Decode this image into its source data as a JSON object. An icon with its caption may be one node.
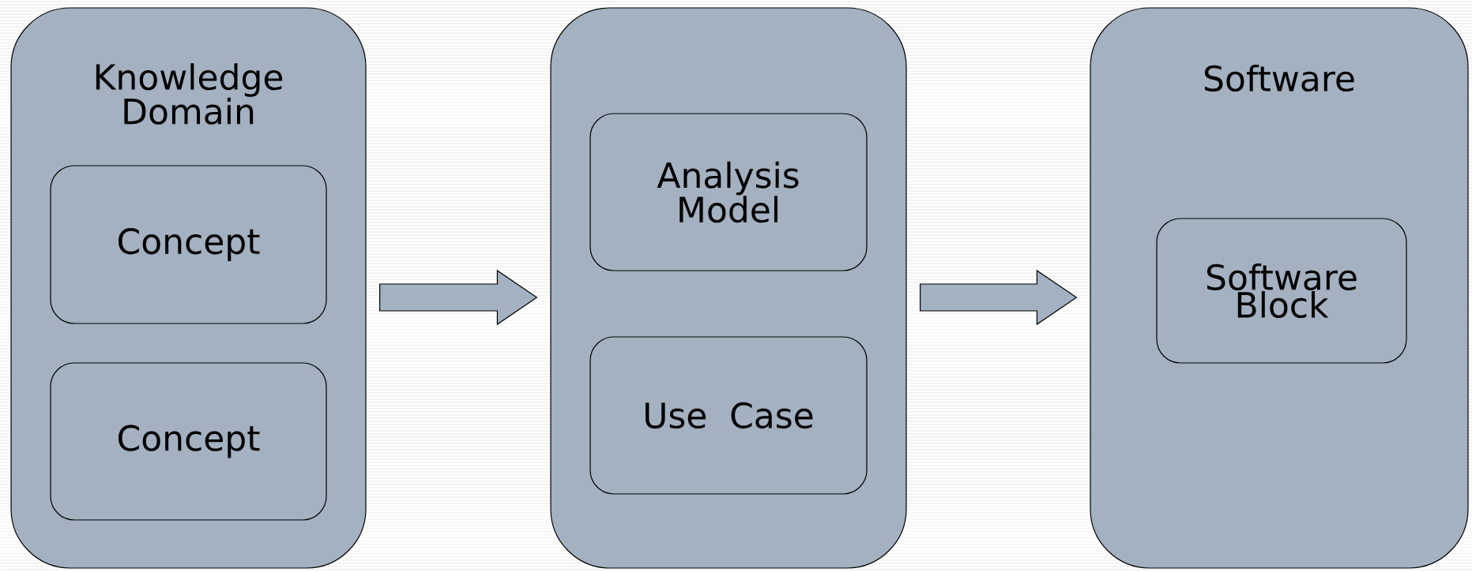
{
  "diagram": {
    "nodes": [
      {
        "text": [
          "Knowledge Domain"
        ]
      },
      {
        "text": [
          "Concept"
        ],
        "in": 0
      },
      {
        "text": [
          "Concept"
        ],
        "in": 0
      },
      {
        "text": [],
        "shape": "box"
      },
      {
        "text": [
          "Analysis Model"
        ],
        "in": 3
      },
      {
        "text": [
          "Use Case"
        ],
        "in": 3
      },
      {
        "text": [
          "Software"
        ]
      },
      {
        "text": [
          "Software Block"
        ],
        "in": 6
      }
    ],
    "edges": [
      {
        "from": 0,
        "to": 3,
        "arrow": "to"
      },
      {
        "from": 3,
        "to": 6,
        "arrow": "to"
      }
    ]
  }
}
